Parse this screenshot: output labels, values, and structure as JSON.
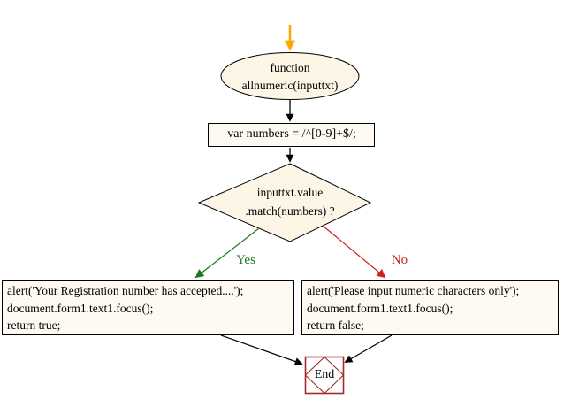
{
  "colors": {
    "flow": "#000000",
    "node_border": "#000000",
    "node_fill": "#fdf5e6",
    "code_fill": "#fefaf2",
    "end_fill": "#ffffff",
    "end_border": "#a52a2a",
    "start_arrow": "#ffa500",
    "yes": "#1c7a1c",
    "no": "#cc2222"
  },
  "nodes": {
    "start": {
      "lines": [
        "function",
        "allnumeric(inputtxt)"
      ]
    },
    "declare": {
      "label": "var numbers = /^[0-9]+$/;"
    },
    "decision": {
      "lines": [
        "inputtxt.value",
        ".match(numbers) ?"
      ]
    },
    "accept": {
      "lines": [
        "alert('Your Registration number has accepted....');",
        "document.form1.text1.focus();",
        "return true;"
      ]
    },
    "reject": {
      "lines": [
        "alert('Please input numeric characters only');",
        "document.form1.text1.focus();",
        "return false;"
      ]
    },
    "end": {
      "label": "End"
    }
  },
  "edges": {
    "yes_label": "Yes",
    "no_label": "No"
  }
}
